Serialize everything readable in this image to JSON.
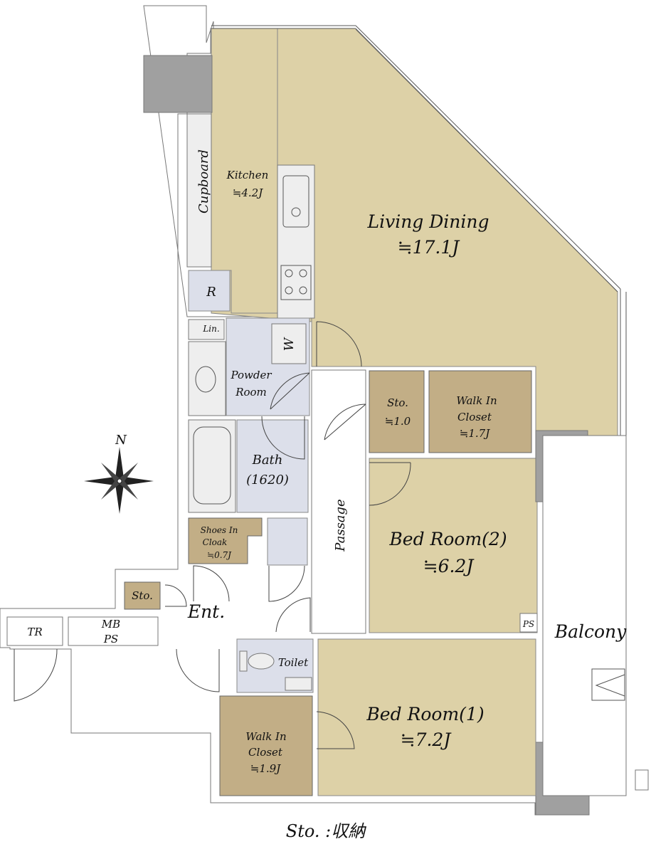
{
  "rooms": {
    "kitchen": {
      "name": "Kitchen",
      "size": "≒4.2J"
    },
    "living_dining": {
      "name": "Living Dining",
      "size": "≒17.1J"
    },
    "cupboard": {
      "name": "Cupboard"
    },
    "refrigerator": {
      "name": "R"
    },
    "linen": {
      "name": "Lin."
    },
    "washer": {
      "name": "W"
    },
    "powder_room": {
      "name_line1": "Powder",
      "name_line2": "Room"
    },
    "bath": {
      "name": "Bath",
      "size": "(1620)"
    },
    "storage_1": {
      "name": "Sto.",
      "size": "≒1.0"
    },
    "walk_in_closet_2": {
      "name_line1": "Walk In",
      "name_line2": "Closet",
      "size": "≒1.7J"
    },
    "bed_room_2": {
      "name": "Bed Room(2)",
      "size": "≒6.2J"
    },
    "passage": {
      "name": "Passage"
    },
    "shoes_in_cloak": {
      "name_line1": "Shoes In",
      "name_line2": "Cloak",
      "size": "≒0.7J"
    },
    "storage_entrance": {
      "name": "Sto."
    },
    "entrance": {
      "name": "Ent."
    },
    "trunk_room": {
      "name": "TR"
    },
    "meter_box": {
      "name_line1": "MB",
      "name_line2": "PS"
    },
    "pipe_space": {
      "name": "PS"
    },
    "balcony": {
      "name": "Balcony"
    },
    "toilet": {
      "name": "Toilet"
    },
    "walk_in_closet_1": {
      "name_line1": "Walk In",
      "name_line2": "Closet",
      "size": "≒1.9J"
    },
    "bed_room_1": {
      "name": "Bed Room(1)",
      "size": "≒7.2J"
    }
  },
  "compass": {
    "north_label": "N"
  },
  "legend": {
    "note": "Sto. :収納"
  },
  "colors": {
    "living_floor": "#ddd1a7",
    "storage_floor": "#c2ae86",
    "wet_area": "#dcdfea",
    "column": "#a0a0a0"
  }
}
